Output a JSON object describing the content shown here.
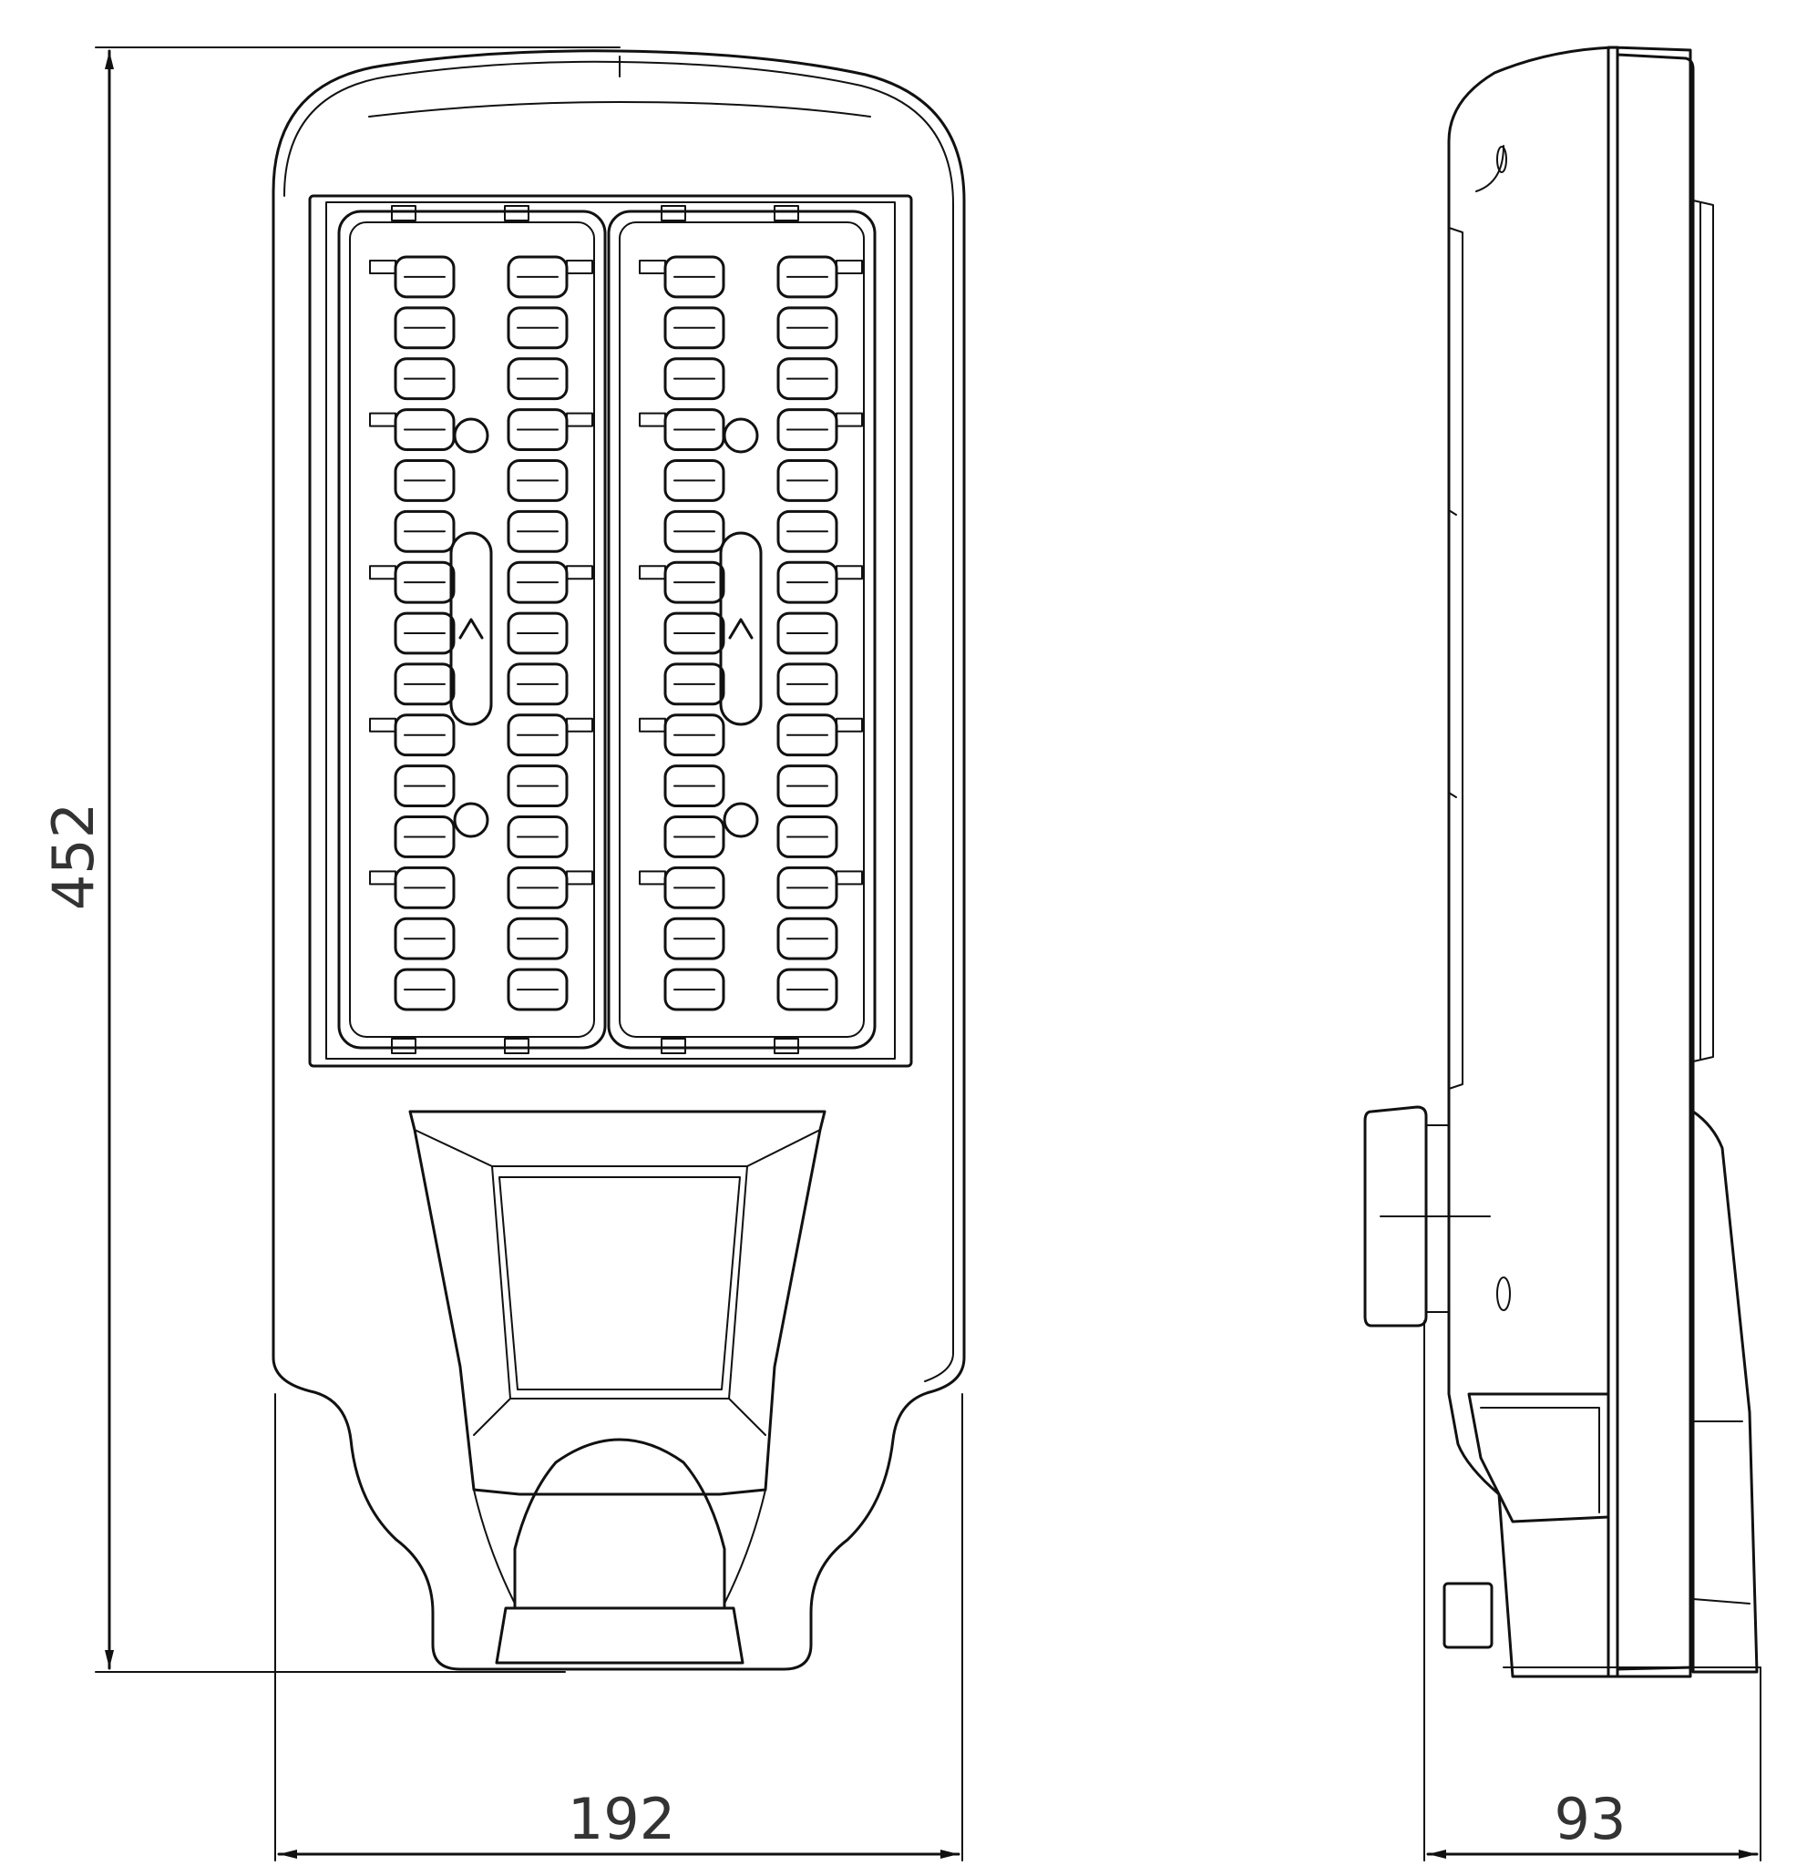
{
  "drawing": {
    "dimensions": {
      "height_label": "452",
      "width_label": "192",
      "depth_label": "93"
    },
    "colors": {
      "line": "#111111",
      "dimension_text": "#333333",
      "background": "#ffffff"
    },
    "views": {
      "front": {
        "led_modules": 2,
        "leds_per_column": 15,
        "columns_per_module": 2
      },
      "side": {}
    }
  }
}
